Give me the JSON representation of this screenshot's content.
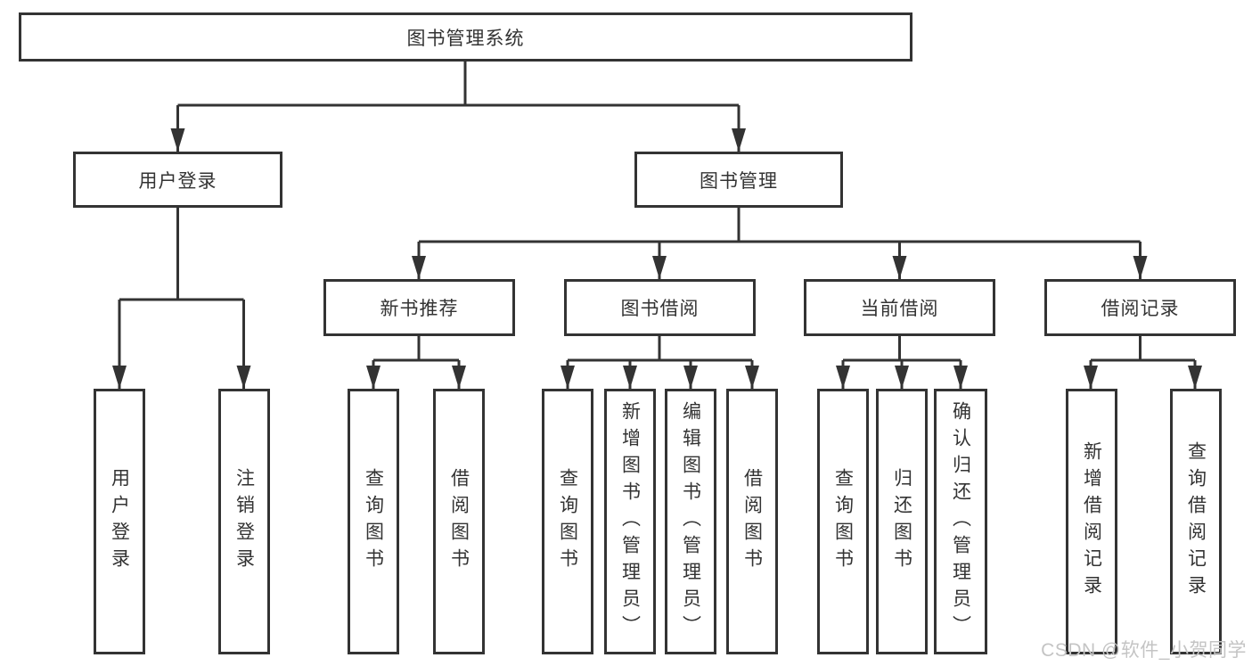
{
  "diagram": {
    "root_label": "图书管理系统",
    "level2": [
      {
        "label": "用户登录",
        "leaves": [
          "用户登录",
          "注销登录"
        ]
      },
      {
        "label": "图书管理"
      }
    ],
    "level3": [
      {
        "label": "新书推荐",
        "leaves": [
          "查询图书",
          "借阅图书"
        ]
      },
      {
        "label": "图书借阅",
        "leaves": [
          "查询图书",
          "新增图书（管理员）",
          "编辑图书（管理员）",
          "借阅图书"
        ]
      },
      {
        "label": "当前借阅",
        "leaves": [
          "查询图书",
          "归还图书",
          "确认归还（管理员）"
        ]
      },
      {
        "label": "借阅记录",
        "leaves": [
          "新增借阅记录",
          "查询借阅记录"
        ]
      }
    ]
  },
  "watermark": "CSDN @软件_小贺同学",
  "colors": {
    "line": "#333333",
    "text": "#333333",
    "box_bg": "#ffffff",
    "watermark": "#c4c4c4"
  }
}
